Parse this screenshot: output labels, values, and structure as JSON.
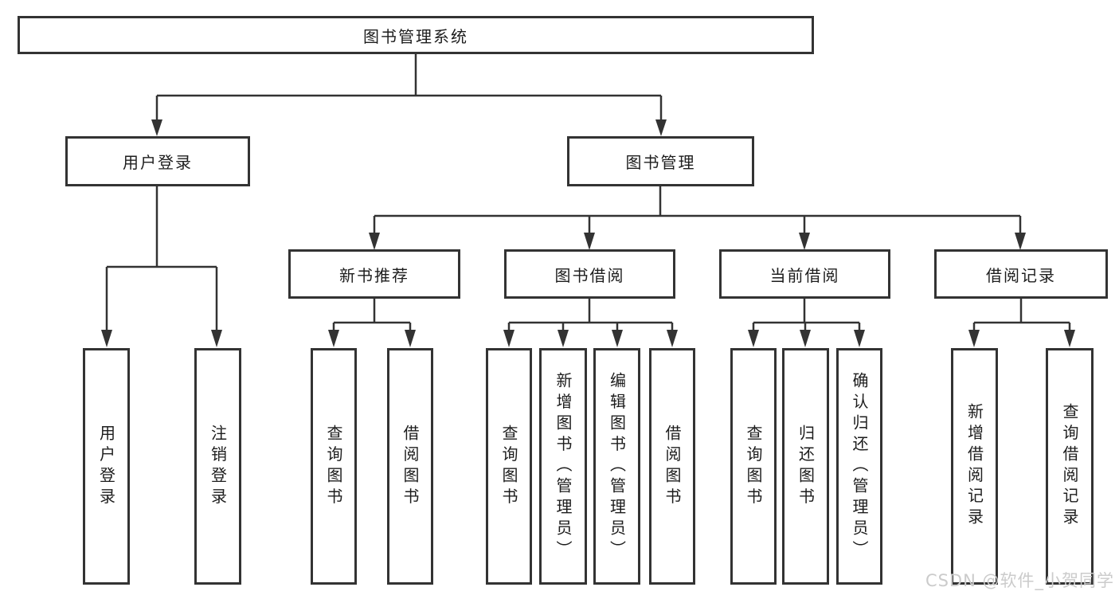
{
  "colors": {
    "line": "#333333",
    "text": "#1d1d1d",
    "background": "#ffffff",
    "watermark": "#cbcbcb"
  },
  "watermark": "CSDN @软件_小贺同学",
  "tree": {
    "root": {
      "label": "图书管理系统",
      "children": [
        {
          "label": "用户登录",
          "children": [
            {
              "label": "用户登录"
            },
            {
              "label": "注销登录"
            }
          ]
        },
        {
          "label": "图书管理",
          "children": [
            {
              "label": "新书推荐",
              "children": [
                {
                  "label": "查询图书"
                },
                {
                  "label": "借阅图书"
                }
              ]
            },
            {
              "label": "图书借阅",
              "children": [
                {
                  "label": "查询图书"
                },
                {
                  "label": "新增图书（管理员）"
                },
                {
                  "label": "编辑图书（管理员）"
                },
                {
                  "label": "借阅图书"
                }
              ]
            },
            {
              "label": "当前借阅",
              "children": [
                {
                  "label": "查询图书"
                },
                {
                  "label": "归还图书"
                },
                {
                  "label": "确认归还（管理员）"
                }
              ]
            },
            {
              "label": "借阅记录",
              "children": [
                {
                  "label": "新增借阅记录"
                },
                {
                  "label": "查询借阅记录"
                }
              ]
            }
          ]
        }
      ]
    }
  }
}
